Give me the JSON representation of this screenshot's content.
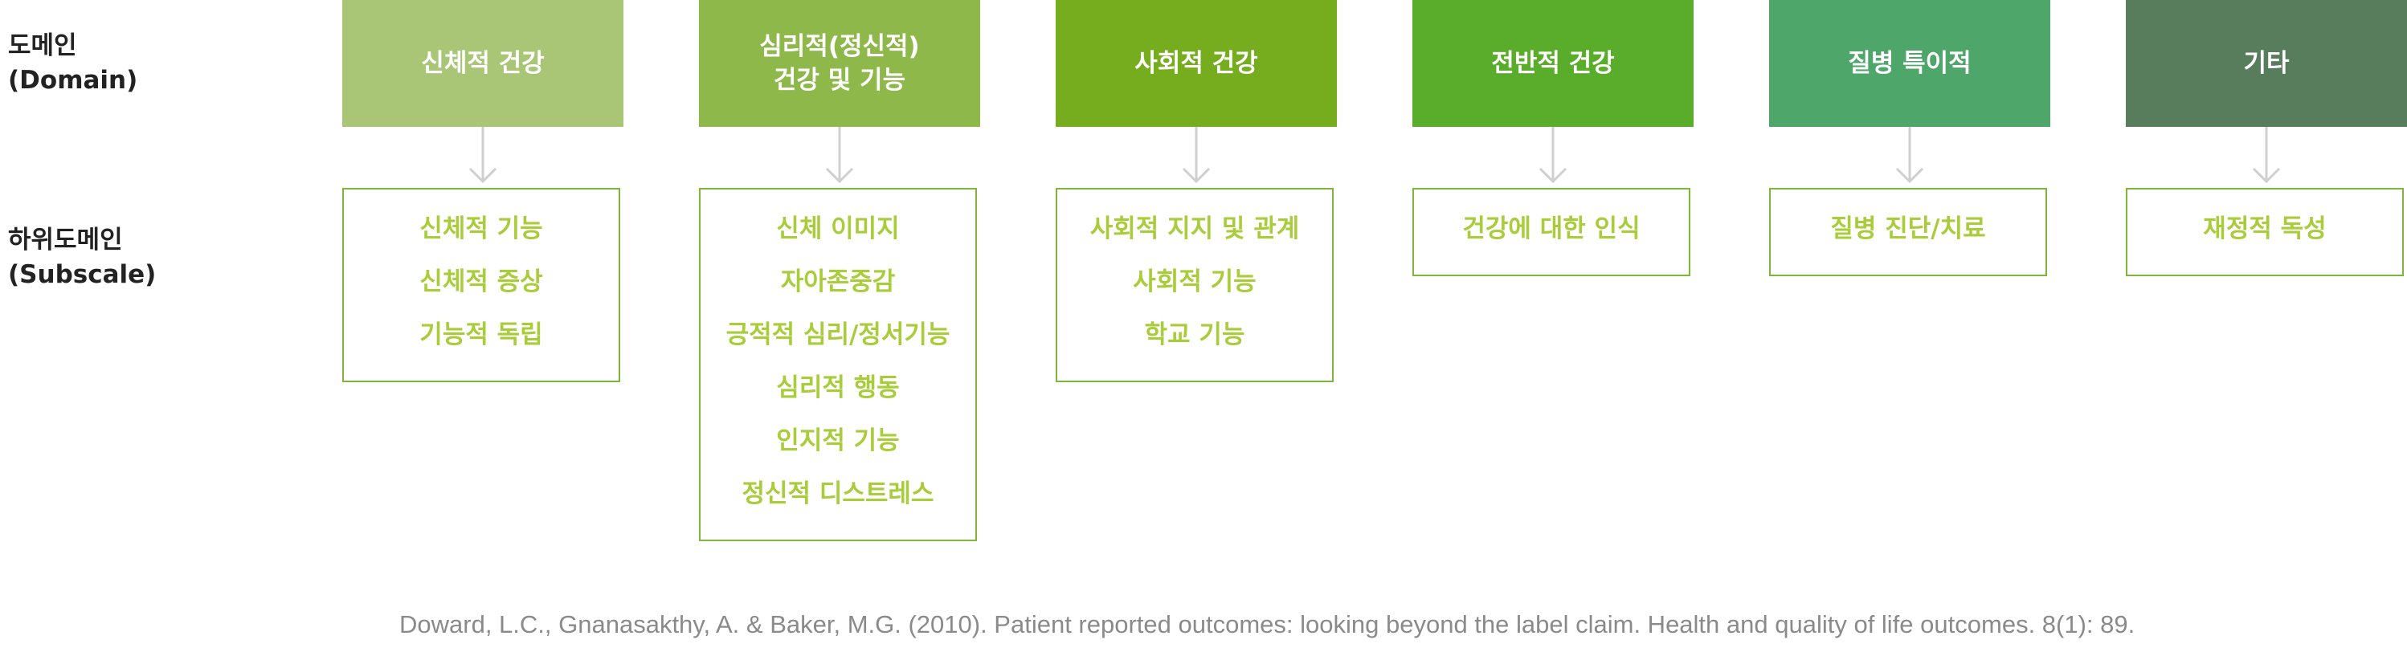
{
  "labels": {
    "domain": [
      "도메인",
      "(Domain)"
    ],
    "subscale": [
      "하위도메인",
      "(Subscale)"
    ]
  },
  "colors": {
    "arrow": "#cfcfcf",
    "sub_border": "#7fb53a",
    "sub_text": "#a8cc3a",
    "citation": "#8a8a8a"
  },
  "domains": [
    {
      "title_lines": [
        "신체적 건강"
      ],
      "color": "#a9c677",
      "subscales": [
        "신체적 기능",
        "신체적 증상",
        "기능적 독립"
      ]
    },
    {
      "title_lines": [
        "심리적(정신적)",
        "건강 및 기능"
      ],
      "color": "#8fb84a",
      "subscales": [
        "신체 이미지",
        "자아존중감",
        "긍적적 심리/정서기능",
        "심리적 행동",
        "인지적 기능",
        "정신적 디스트레스"
      ]
    },
    {
      "title_lines": [
        "사회적 건강"
      ],
      "color": "#76ad1e",
      "subscales": [
        "사회적 지지 및 관계",
        "사회적 기능",
        "학교 기능"
      ]
    },
    {
      "title_lines": [
        "전반적 건강"
      ],
      "color": "#5aad2b",
      "subscales": [
        "건강에 대한 인식"
      ]
    },
    {
      "title_lines": [
        "질병 특이적"
      ],
      "color": "#4ea66a",
      "subscales": [
        "질병 진단/치료"
      ]
    },
    {
      "title_lines": [
        "기타"
      ],
      "color": "#587d5c",
      "subscales": [
        "재정적 독성"
      ]
    }
  ],
  "citation": "Doward, L.C., Gnanasakthy, A. & Baker, M.G. (2010). Patient reported outcomes: looking beyond the label claim. Health and quality of life outcomes. 8(1): 89."
}
